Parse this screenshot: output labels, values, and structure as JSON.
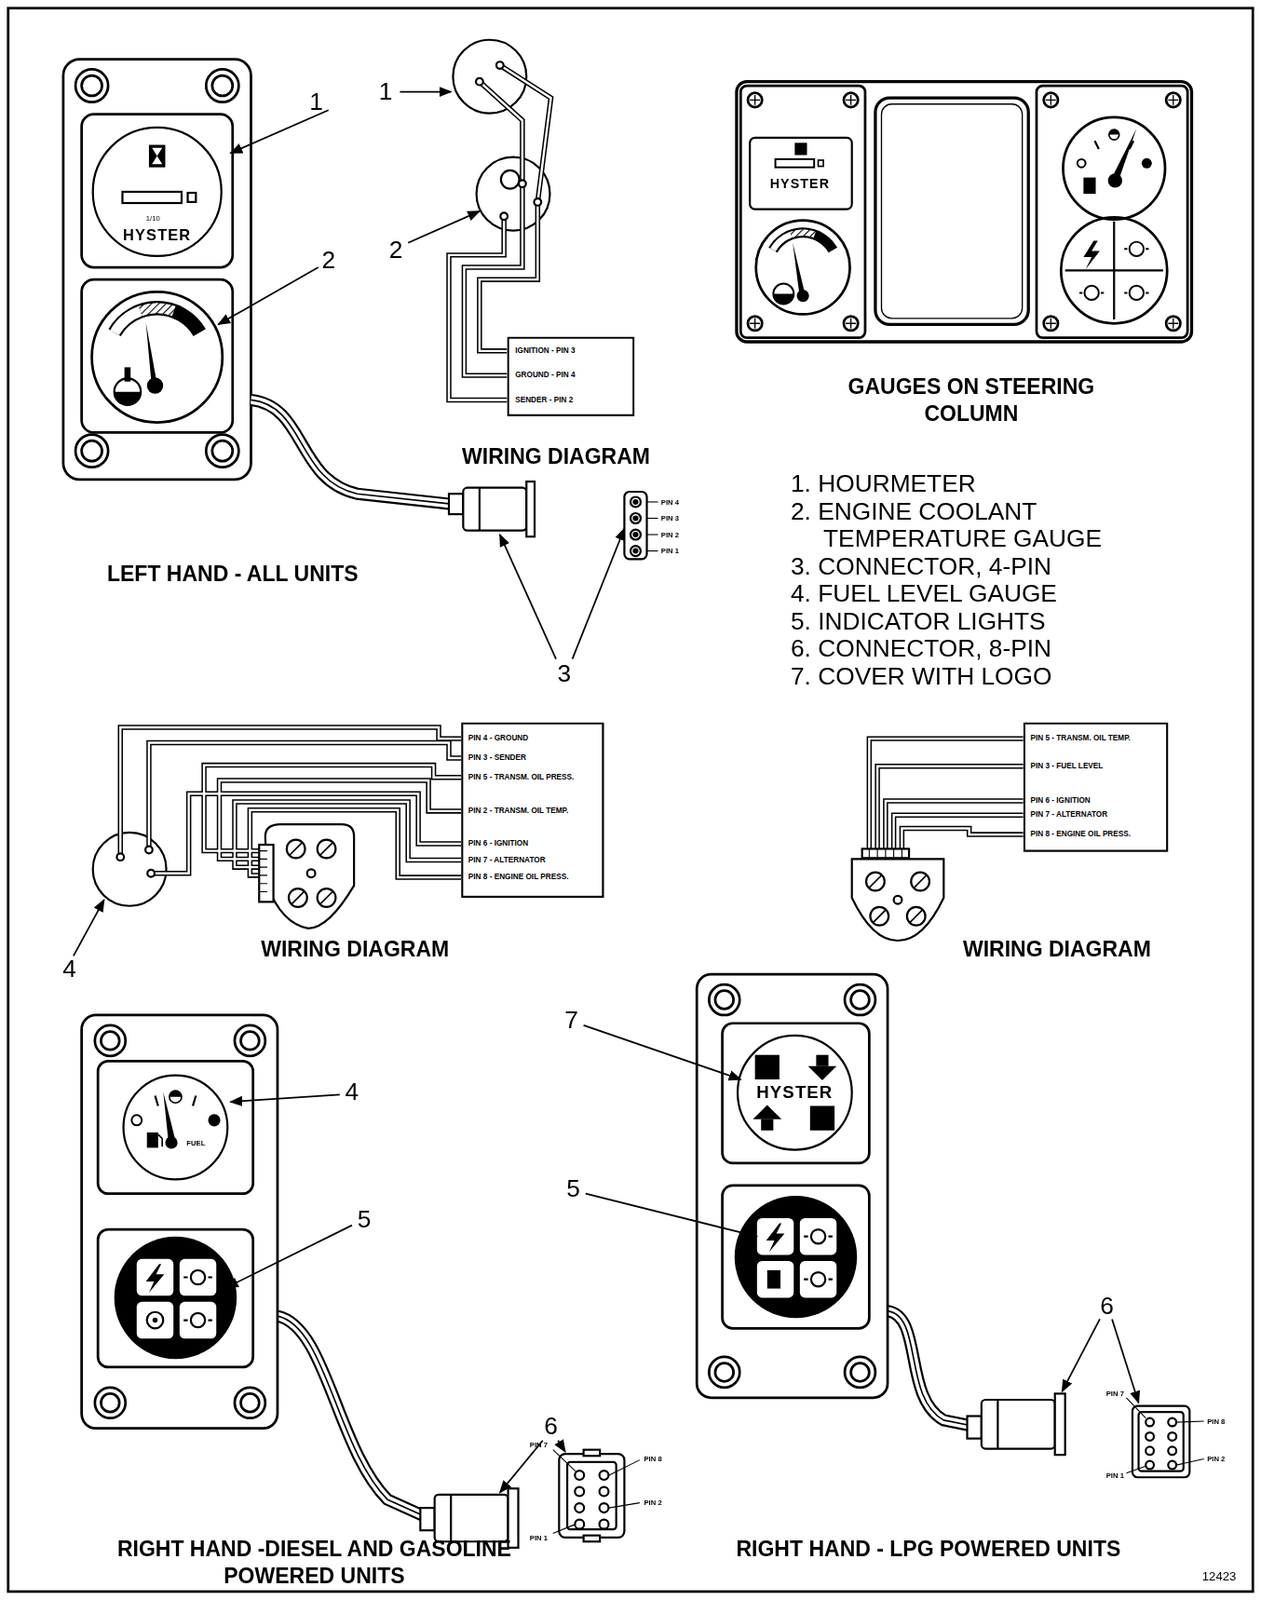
{
  "diagram": {
    "nodes": [
      {
        "text": [
          "1/10",
          "HYSTER"
        ]
      },
      {
        "text": [
          "IGNITION - PIN 3",
          "GROUND - PIN 4",
          "SENDER - PIN 2"
        ]
      },
      {
        "text": [
          "HYSTER"
        ]
      },
      {
        "text": [
          "PIN 4 - GROUND",
          "PIN 3 - SENDER",
          "PIN 5 - TRANSM. OIL PRESS.",
          "PIN 2 - TRANSM. OIL TEMP.",
          "PIN 6 - IGNITION",
          "PIN 7 - ALTERNATOR",
          "PIN 8 - ENGINE OIL PRESS."
        ]
      },
      {
        "text": [
          "PIN 5 - TRANSM. OIL TEMP.",
          "PIN 3 - FUEL LEVEL",
          "PIN 6 - IGNITION",
          "PIN 7 - ALTERNATOR",
          "PIN 8 - ENGINE OIL PRESS."
        ]
      },
      {
        "text": [
          "FUEL"
        ]
      },
      {
        "text": [
          "HYSTER"
        ]
      }
    ],
    "labels": [
      "1",
      "2",
      "1",
      "2",
      "WIRING DIAGRAM",
      "LEFT HAND - ALL UNITS",
      "PIN 4",
      "PIN 3",
      "PIN 2",
      "PIN 1",
      "3",
      "GAUGES ON STEERING COLUMN",
      "1. HOURMETER",
      "2. ENGINE COOLANT TEMPERATURE GAUGE",
      "3. CONNECTOR, 4-PIN",
      "4. FUEL LEVEL GAUGE",
      "5. INDICATOR LIGHTS",
      "6. CONNECTOR, 8-PIN",
      "7. COVER WITH LOGO",
      "4",
      "WIRING DIAGRAM",
      "WIRING DIAGRAM",
      "4",
      "5",
      "6",
      "PIN 7",
      "PIN 8",
      "PIN 2",
      "PIN 1",
      "7",
      "5",
      "6",
      "PIN 7",
      "PIN 8",
      "PIN 2",
      "PIN 1",
      "RIGHT HAND -DIESEL AND GASOLINE POWERED UNITS",
      "RIGHT HAND - LPG POWERED UNITS",
      "12423"
    ]
  }
}
